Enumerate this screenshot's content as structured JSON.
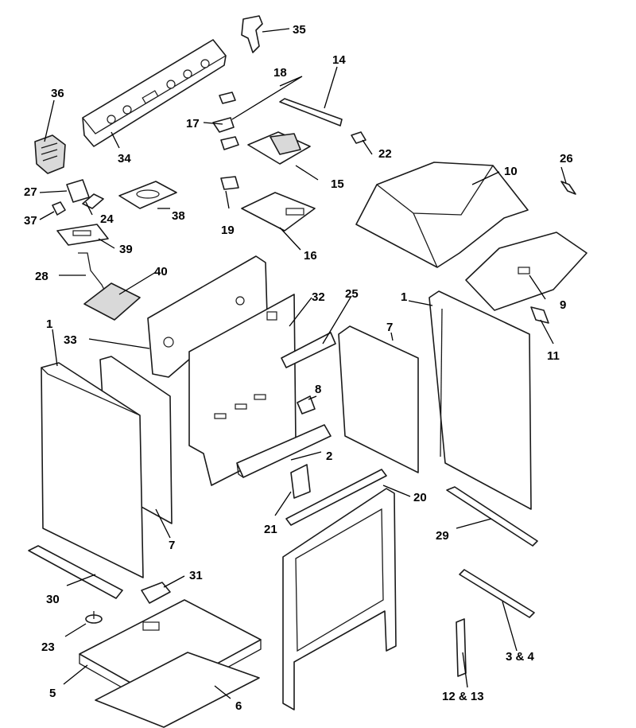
{
  "callouts": {
    "c1a": "1",
    "c1b": "1",
    "c2": "2",
    "c3_4": "3 & 4",
    "c5": "5",
    "c6": "6",
    "c7a": "7",
    "c7b": "7",
    "c8": "8",
    "c9": "9",
    "c10": "10",
    "c11": "11",
    "c12_13": "12 & 13",
    "c14": "14",
    "c15": "15",
    "c16": "16",
    "c17": "17",
    "c18": "18",
    "c19": "19",
    "c20": "20",
    "c21": "21",
    "c22": "22",
    "c23": "23",
    "c24": "24",
    "c25": "25",
    "c26": "26",
    "c27": "27",
    "c28": "28",
    "c29": "29",
    "c30": "30",
    "c31": "31",
    "c32": "32",
    "c33": "33",
    "c34": "34",
    "c35": "35",
    "c36": "36",
    "c37": "37",
    "c38": "38",
    "c39": "39",
    "c40": "40"
  },
  "colors": {
    "ink": "#1a1a1a",
    "background": "#ffffff"
  }
}
